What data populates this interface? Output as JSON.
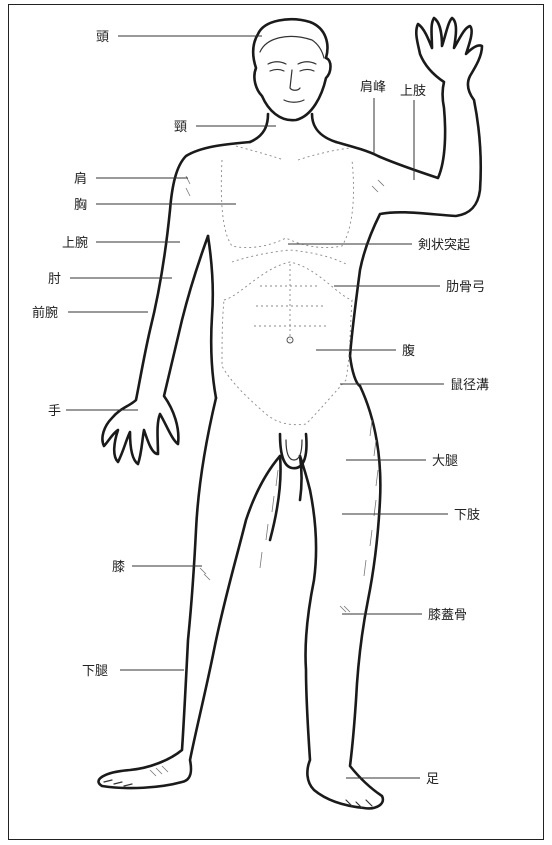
{
  "labels": {
    "head": "頭",
    "neck": "頸",
    "shoulder": "肩",
    "chest": "胸",
    "upper_arm": "上腕",
    "elbow": "肘",
    "forearm": "前腕",
    "hand": "手",
    "knee": "膝",
    "lower_leg": "下腿",
    "acromion": "肩峰",
    "upper_limb": "上肢",
    "xiphoid": "剣状突起",
    "costal_arch": "肋骨弓",
    "abdomen": "腹",
    "inguinal": "鼠径溝",
    "thigh": "大腿",
    "lower_limb": "下肢",
    "patella": "膝蓋骨",
    "foot": "足"
  }
}
